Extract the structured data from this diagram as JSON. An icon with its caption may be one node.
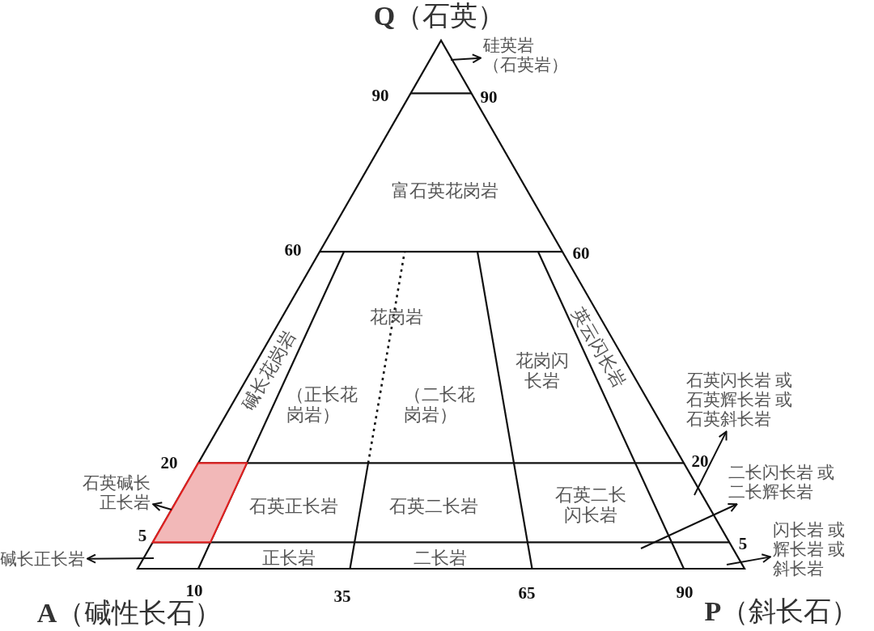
{
  "diagram": {
    "nodes": [
      {
        "text": [
          "硅英岩（石英岩）"
        ]
      },
      {
        "text": [
          "石英碱长正长岩"
        ]
      },
      {
        "text": [],
        "shape": "box"
      },
      {
        "text": [
          "碱长正长岩"
        ]
      },
      {
        "text": [
          "石英闪长岩 或石英辉长岩 或石英斜长岩"
        ]
      },
      {
        "text": [
          "二长闪长岩 或二长辉长岩"
        ]
      },
      {
        "text": [
          "闪长岩 或辉长岩 或斜长岩"
        ]
      }
    ],
    "edges": [
      {
        "from": null,
        "to": 0,
        "arrow": "to"
      },
      {
        "from": 2,
        "to": 1,
        "arrow": "to"
      },
      {
        "from": null,
        "to": 3,
        "arrow": "to"
      },
      {
        "from": null,
        "to": 4,
        "arrow": "to"
      },
      {
        "from": null,
        "to": 5,
        "arrow": "to"
      },
      {
        "from": null,
        "to": 6,
        "arrow": "to"
      }
    ],
    "labels": [
      "**Q**（石英）",
      "90",
      "90",
      "富石英花岗岩",
      "60",
      "60",
      "碱长花岗岩",
      "花岗岩",
      "英云闪长岩",
      "花岗闪长岩",
      "（正长花岗岩）",
      "（二长花岗岩）",
      "20",
      "20",
      "石英正长岩",
      "石英二长岩",
      "石英二长闪长岩",
      "5",
      "5",
      "正长岩",
      "二长岩",
      "10",
      "35",
      "65",
      "90",
      "**A**（碱性长石）",
      "**P**（斜长石）"
    ]
  }
}
